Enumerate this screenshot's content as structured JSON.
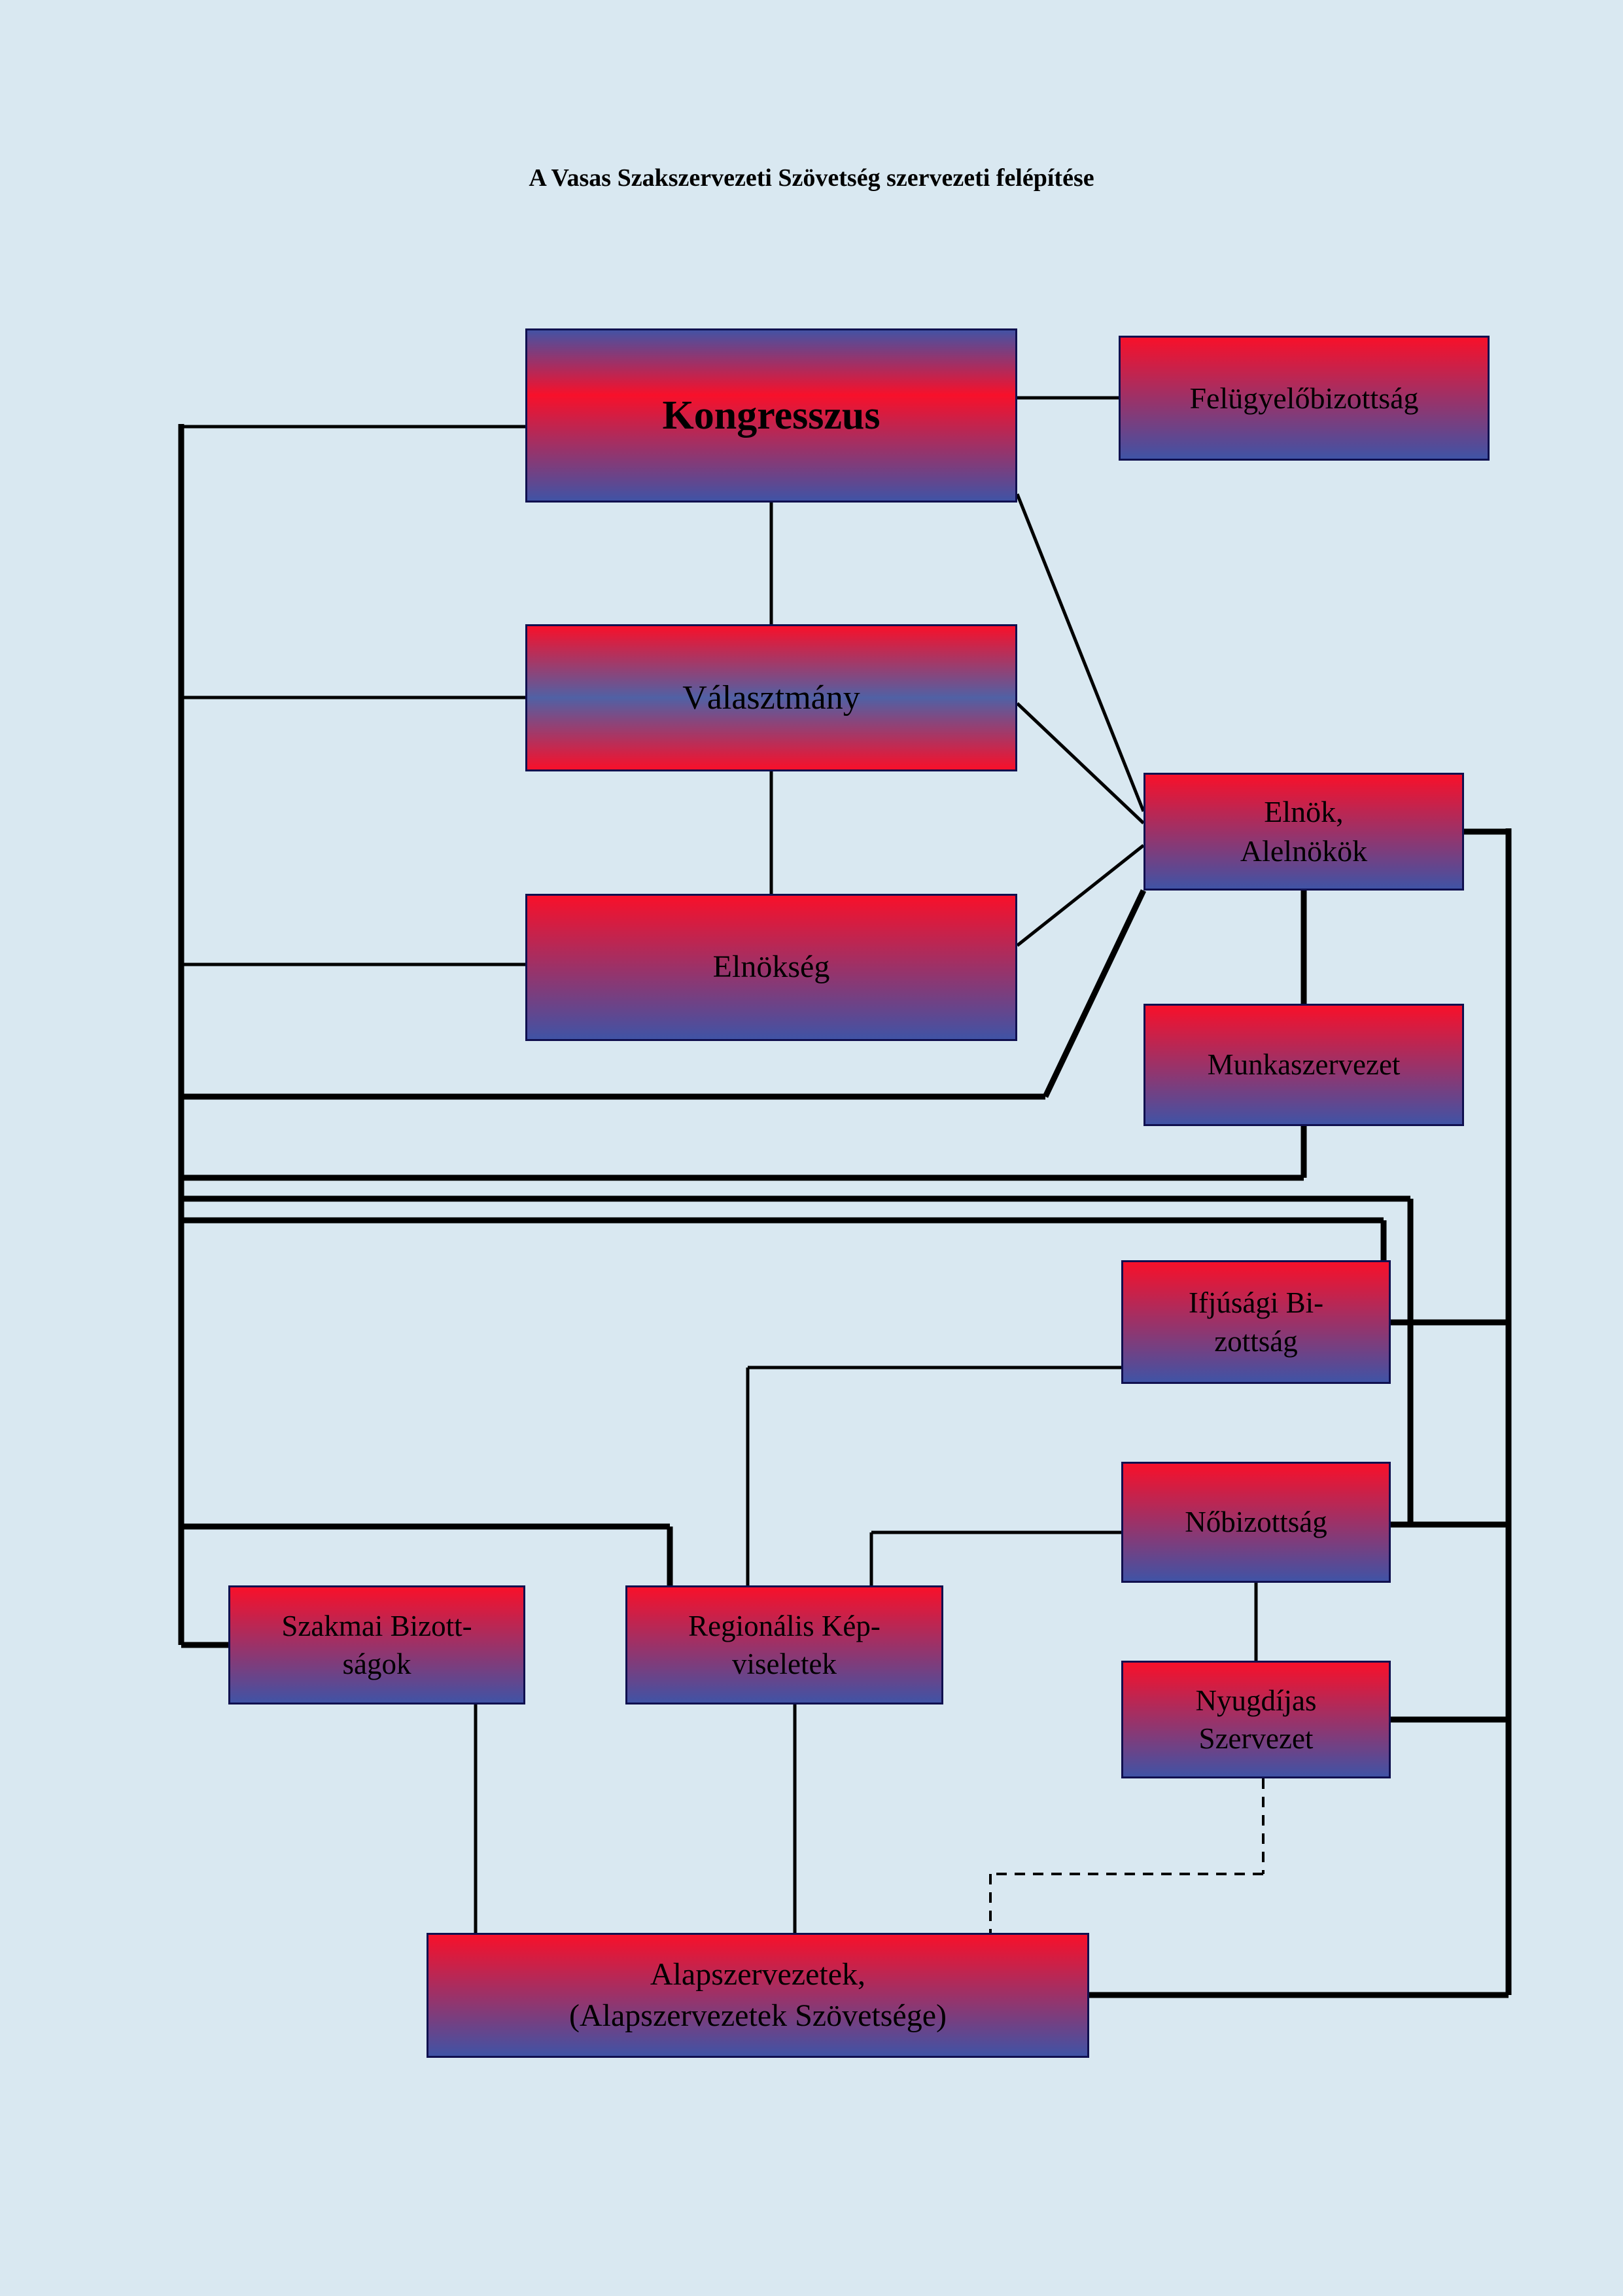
{
  "page": {
    "title": "A Vasas Szakszervezeti Szövetség szervezeti felépítése",
    "background": "#d9e8f1"
  },
  "colors": {
    "gradient_red": "#f8102a",
    "gradient_blue": "#4053a5",
    "kongresszus_top_blue": "#4452a4",
    "valasztmany_mid_blue": "#5061a5",
    "node_border": "#10104f",
    "connector_line": "#000000"
  },
  "nodes": {
    "kongresszus": {
      "label": "Kongresszus"
    },
    "felugyelobizottsag": {
      "label": "Felügyelőbizottság"
    },
    "valasztmany": {
      "label": "Választmány"
    },
    "elnok": {
      "label": "Elnök,\nAlelnökök"
    },
    "elnokseg": {
      "label": "Elnökség"
    },
    "munkaszervezet": {
      "label": "Munkaszervezet"
    },
    "ifjusagi": {
      "label": "Ifjúsági Bi-\nzottság"
    },
    "nobizottsag": {
      "label": "Nőbizottság"
    },
    "szakmai": {
      "label": "Szakmai Bizott-\nságok"
    },
    "regionalis": {
      "label": "Regionális Kép-\nviseletek"
    },
    "nyugdijas": {
      "label": "Nyugdíjas\nSzervezet"
    },
    "alapszervezetek": {
      "label": "Alapszervezetek,\n(Alapszervezetek Szövetsége)"
    }
  },
  "edges": [
    {
      "from": "Kongresszus",
      "to": "Felügyelőbizottság",
      "style": "solid"
    },
    {
      "from": "Kongresszus",
      "to": "Választmány",
      "style": "solid"
    },
    {
      "from": "Választmány",
      "to": "Elnökség",
      "style": "solid"
    },
    {
      "from": "Kongresszus",
      "to": "Elnök, Alelnökök",
      "style": "solid"
    },
    {
      "from": "Választmány",
      "to": "Elnök, Alelnökök",
      "style": "solid"
    },
    {
      "from": "Elnökség",
      "to": "Elnök, Alelnökök",
      "style": "solid"
    },
    {
      "from": "Elnök, Alelnökök",
      "to": "Munkaszervezet",
      "style": "solid"
    },
    {
      "from": "Ifjúsági Bizottság",
      "to": "Regionális Képviseletek",
      "style": "solid"
    },
    {
      "from": "Nőbizottság",
      "to": "Regionális Képviseletek",
      "style": "solid"
    },
    {
      "from": "Nőbizottság",
      "to": "Nyugdíjas Szervezet",
      "style": "solid"
    },
    {
      "from": "Szakmai Bizottságok",
      "to": "Alapszervezetek",
      "style": "solid"
    },
    {
      "from": "Regionális Képviseletek",
      "to": "Alapszervezetek",
      "style": "solid"
    },
    {
      "from": "Nyugdíjas Szervezet",
      "to": "Alapszervezetek",
      "style": "dashed"
    }
  ]
}
